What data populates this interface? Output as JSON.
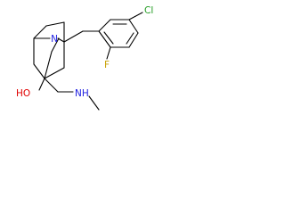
{
  "molecule": {
    "labels": {
      "nitrogen": "N",
      "chlorine": "Cl",
      "fluorine": "F",
      "hydroxyl": "HO",
      "amine": "NH"
    },
    "colors": {
      "bond": "#000000",
      "nitrogen": "#2020e0",
      "chlorine": "#1e9a1e",
      "fluorine": "#c8a000",
      "oxygen": "#e00000"
    }
  }
}
